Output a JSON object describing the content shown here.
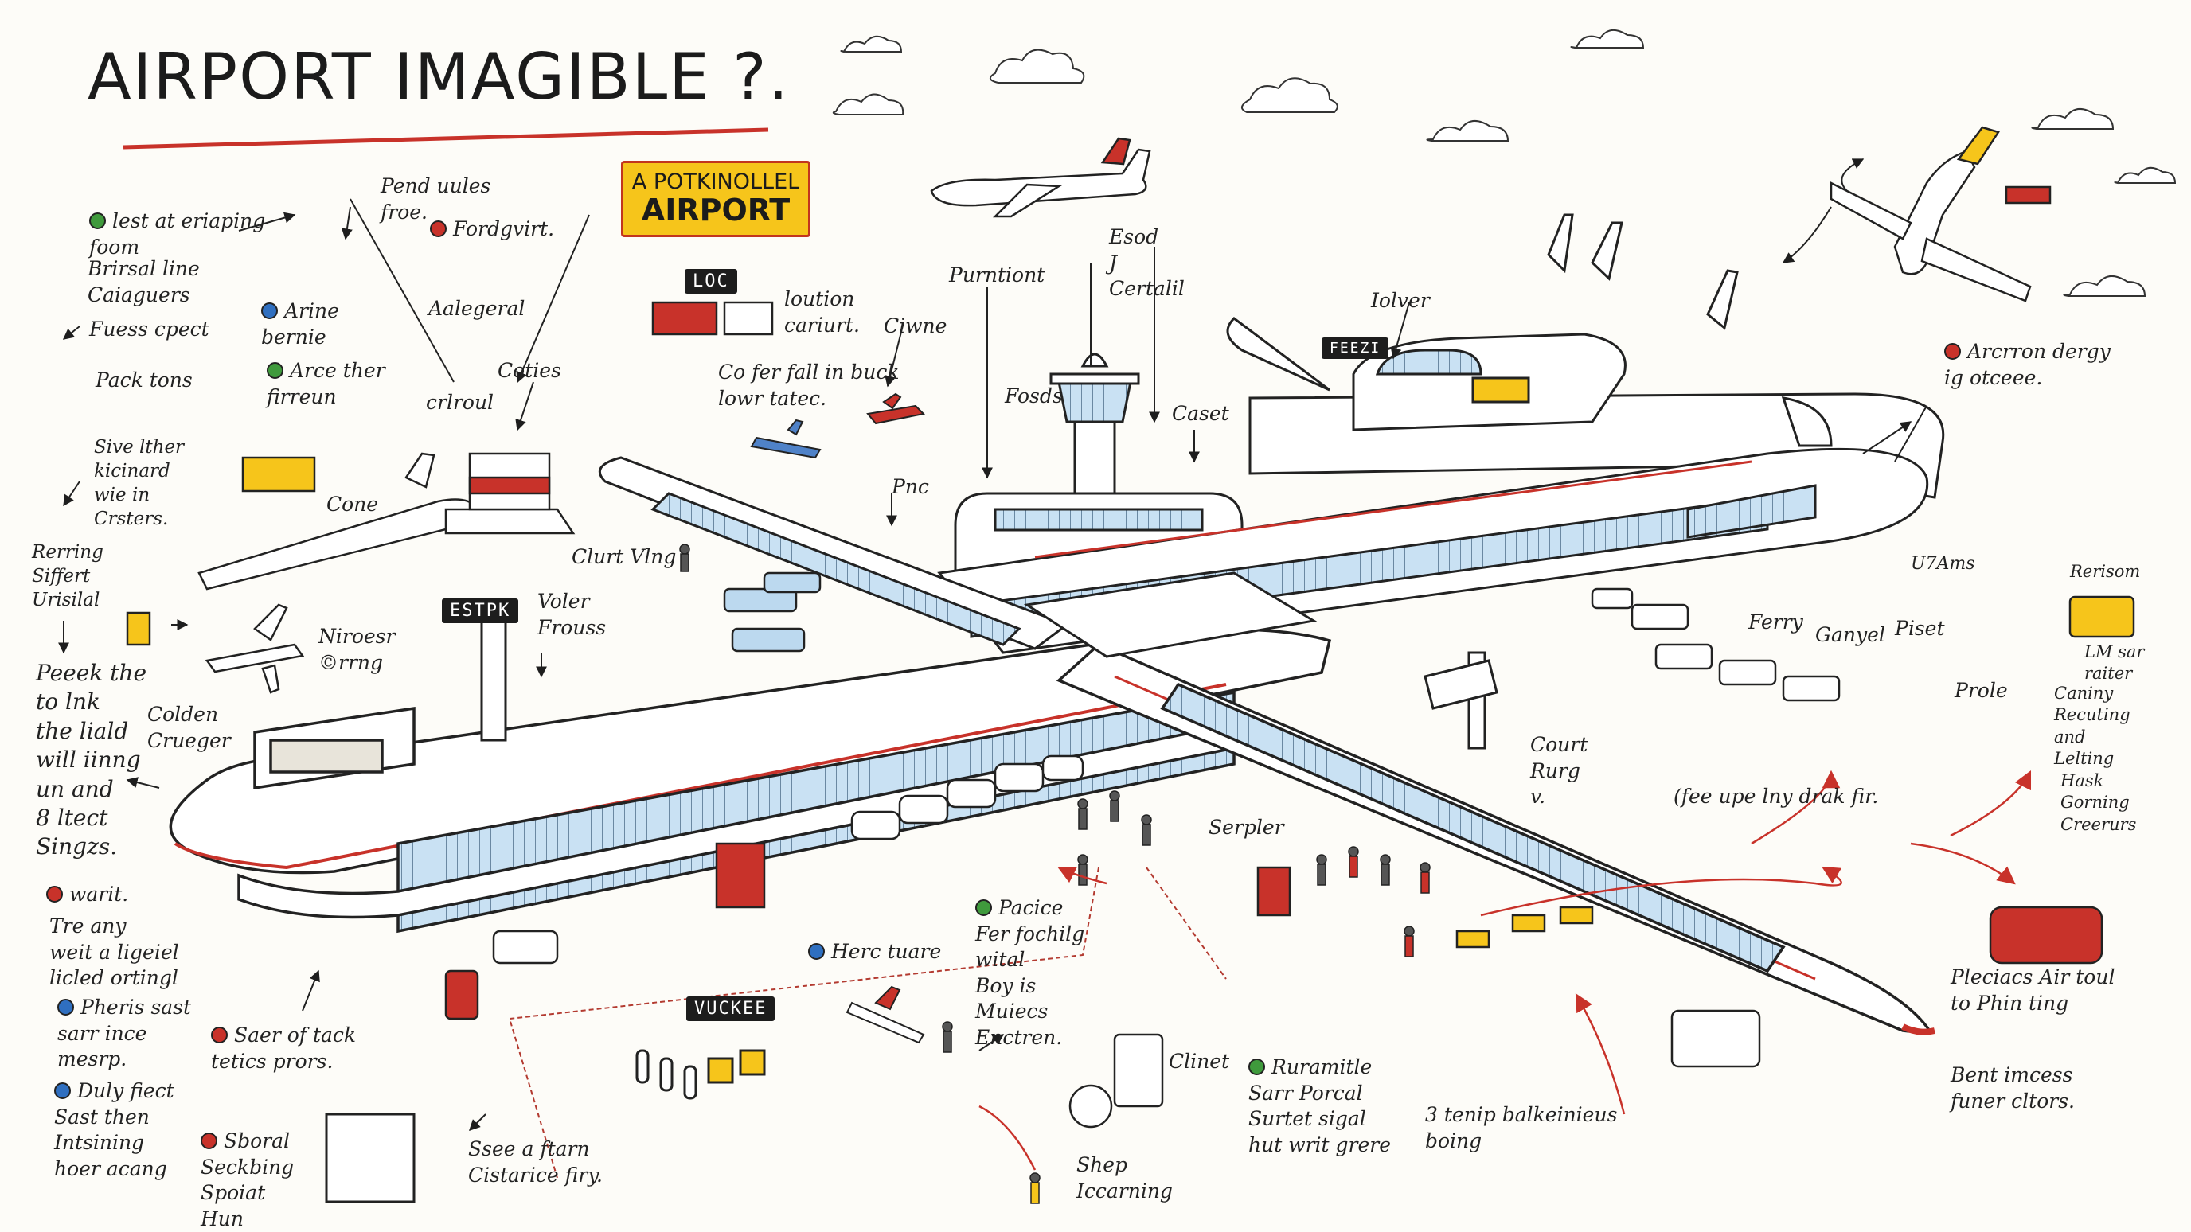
{
  "title": "AIRPORT IMAGIBLE ?.",
  "sign": {
    "line1": "A POTKINOLLEL",
    "line2": "AIRPORT"
  },
  "tags": {
    "top": "LOC",
    "tower": "ESTPK",
    "gate": "VUCKEE",
    "small": "FEEZI"
  },
  "labels": {
    "l1": "lest at eriaping\n     foom",
    "l2": "Brirsal line\nCaiaguers",
    "l3": "Fuess cpect",
    "l4": "Pack tons",
    "l5": "Arine\nbernie",
    "l6": "Arce ther\nfirreun",
    "l7": "Pend uules\n    froe.",
    "l8": "Fordgvirt.",
    "l9": "Aalegeral",
    "l10": "Coties",
    "l11": "crlroul",
    "l12": "Sive lther\nkicinard\nwie in\nCrsters.",
    "l13": "Rerring\nSiffert\nUrisilal",
    "l14": "Cone",
    "l15": "Peeek the\nto lnk\nthe liald\nwill iinng\nun and\n8 ltect\nSingzs.",
    "l16": "Colden\nCrueger",
    "l17": "Niroesr\n©rrng",
    "l18": "Voler\nFrouss",
    "l19": "Clurt Vlng",
    "l20": "loution\ncariurt.",
    "l21": "Co fer fall in buck\n    lowr tatec.",
    "l22": "Ciwne",
    "l23": "Purntiont",
    "l24": "Fosds",
    "l25": "Pnc",
    "l26": "Esod\n J\nCertalil",
    "l27": "Caset",
    "l28": "Iolver",
    "l29": "Arcrron dergy\nig otceee.",
    "l30": "U7Ams",
    "l31": "Ferry",
    "l32": "Ganyel",
    "l33": "Piset",
    "l34": "Rerisom",
    "l35": "LM sar\nraiter",
    "l36": "Prole",
    "l37": "Caniny\nRecuting\nand\nLelting",
    "l38": "Hask\nGorning\nCreerurs",
    "l39": "Court\n Rurg\n  v.",
    "l40": "(fee upe lny drak fir.",
    "l41": "Serpler",
    "l42": "Pacice\nFer fochilg\nwital\nBoy is\nMuiecs\nEnctren.",
    "l43": "Herc tuare",
    "l44": "warit.",
    "l45": "Tre any\nweit a ligeiel\nlicled ortingl",
    "l46": "Pheris sast\nsarr ince\nmesrp.",
    "l47": "Saer of tack\ntetics prors.",
    "l48": "Duly fiect\nSast then\nIntsining\nhoer acang",
    "l49": "Sboral\nSeckbing\nSpoiat\nHun",
    "l50": "Ssee a ftarn\nCistarice firy.",
    "l51": "Shep\nIccarning",
    "l52": "Clinet",
    "l53": "Ruramitle\nSarr Porcal\nSurtet sigal\nhut writ grere",
    "l54": "3 tenip balkeinieus\nboing",
    "l55": "Pleciacs Air toul\nto Phin ting",
    "l56": "Bent imcess\nfuner cltors."
  },
  "colors": {
    "ink": "#1e1e1e",
    "accent_red": "#c8322a",
    "glass_blue": "#bcd9ef",
    "sign_yellow": "#f6c51b",
    "dot_green": "#3f9a3c",
    "dot_blue": "#2f6fc0",
    "dot_red": "#c8322a"
  }
}
